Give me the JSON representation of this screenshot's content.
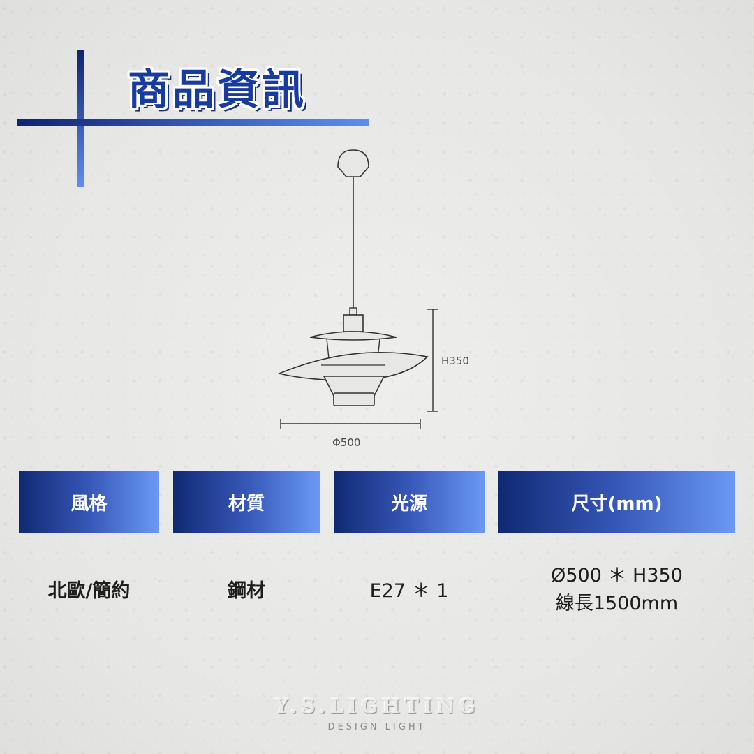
{
  "title": "商品資訊",
  "drawing": {
    "height_label": "H350",
    "diameter_label": "Φ500"
  },
  "specs": {
    "headers": [
      "風格",
      "材質",
      "光源",
      "尺寸(mm)"
    ],
    "values": [
      "北歐/簡約",
      "鋼材",
      "E27 ＊ 1",
      "Ø500 ＊ H350",
      "線長1500mm"
    ]
  },
  "logo": {
    "brand": "Y.S.LIGHTING",
    "tagline": "DESIGN LIGHT"
  },
  "colors": {
    "accent_dark": "#0f2a73",
    "accent_light": "#6a99f5",
    "title": "#173b9e"
  }
}
